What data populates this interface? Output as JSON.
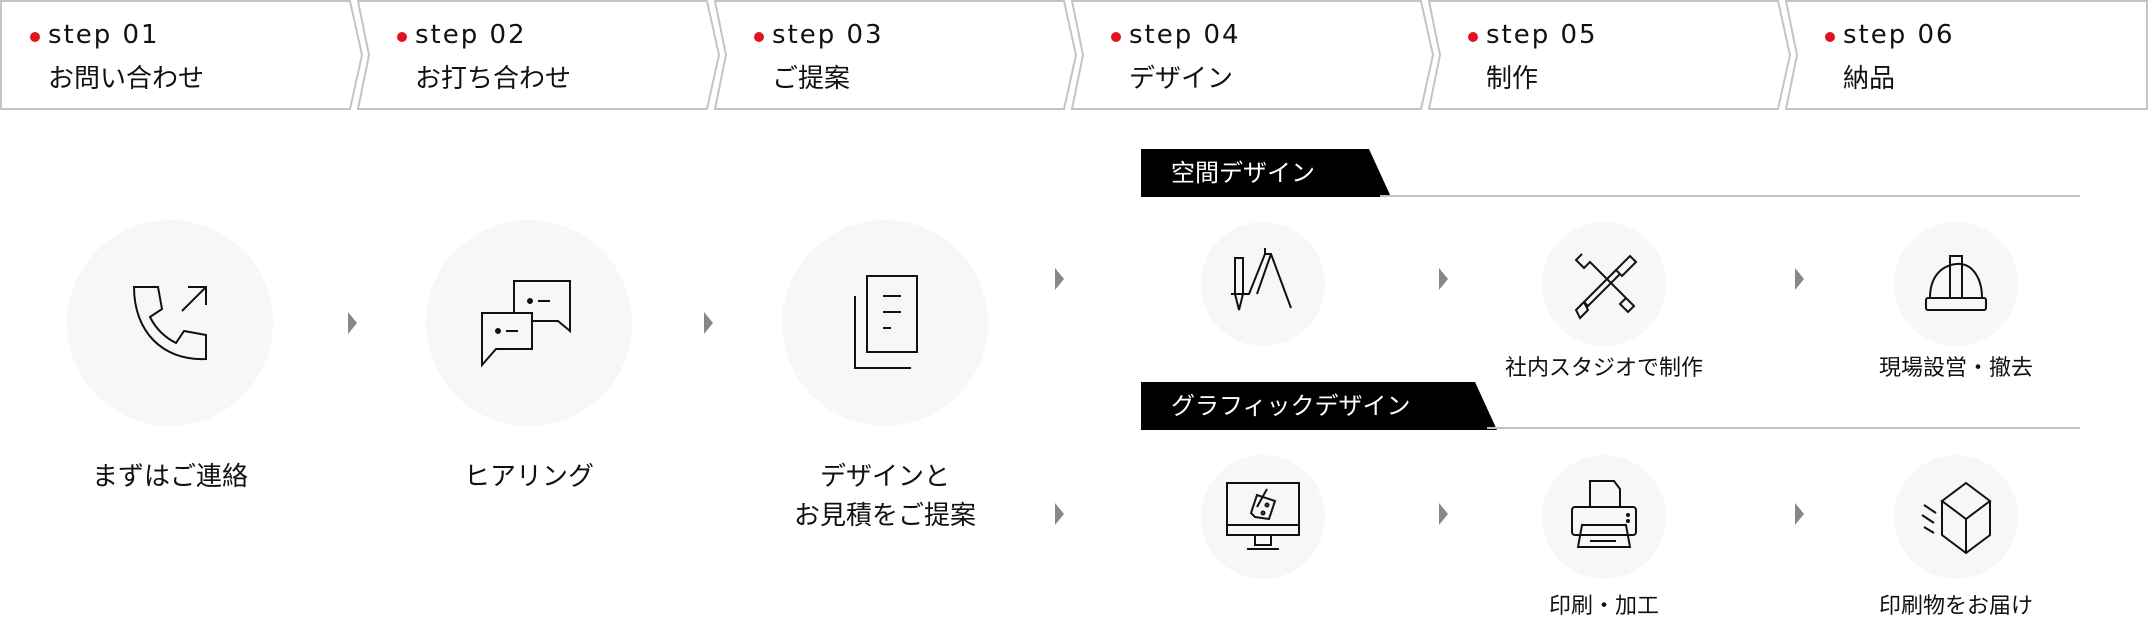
{
  "steps": [
    {
      "number": "step 01",
      "label": "お問い合わせ"
    },
    {
      "number": "step 02",
      "label": "お打ち合わせ"
    },
    {
      "number": "step 03",
      "label": "ご提案"
    },
    {
      "number": "step 04",
      "label": "デザイン"
    },
    {
      "number": "step 05",
      "label": "制作"
    },
    {
      "number": "step 06",
      "label": "納品"
    }
  ],
  "flow": [
    {
      "label": "まずはご連絡",
      "icon": "phone-icon"
    },
    {
      "label": "ヒアリング",
      "icon": "chat-icon"
    },
    {
      "label_line1": "デザインと",
      "label_line2": "お見積をご提案",
      "icon": "document-icon"
    }
  ],
  "spatial": {
    "title": "空間デザイン",
    "items": [
      {
        "label": "",
        "icon": "compass-icon"
      },
      {
        "label": "社内スタジオで制作",
        "icon": "tools-icon"
      },
      {
        "label": "現場設営・撤去",
        "icon": "helmet-icon"
      }
    ]
  },
  "graphic": {
    "title": "グラフィックデザイン",
    "items": [
      {
        "label": "",
        "icon": "monitor-palette-icon"
      },
      {
        "label": "印刷・加工",
        "icon": "printer-icon"
      },
      {
        "label": "印刷物をお届け",
        "icon": "package-icon"
      }
    ]
  },
  "colors": {
    "accent": "#e0141e",
    "circle": "#f7f7f7",
    "arrow": "#888888"
  }
}
